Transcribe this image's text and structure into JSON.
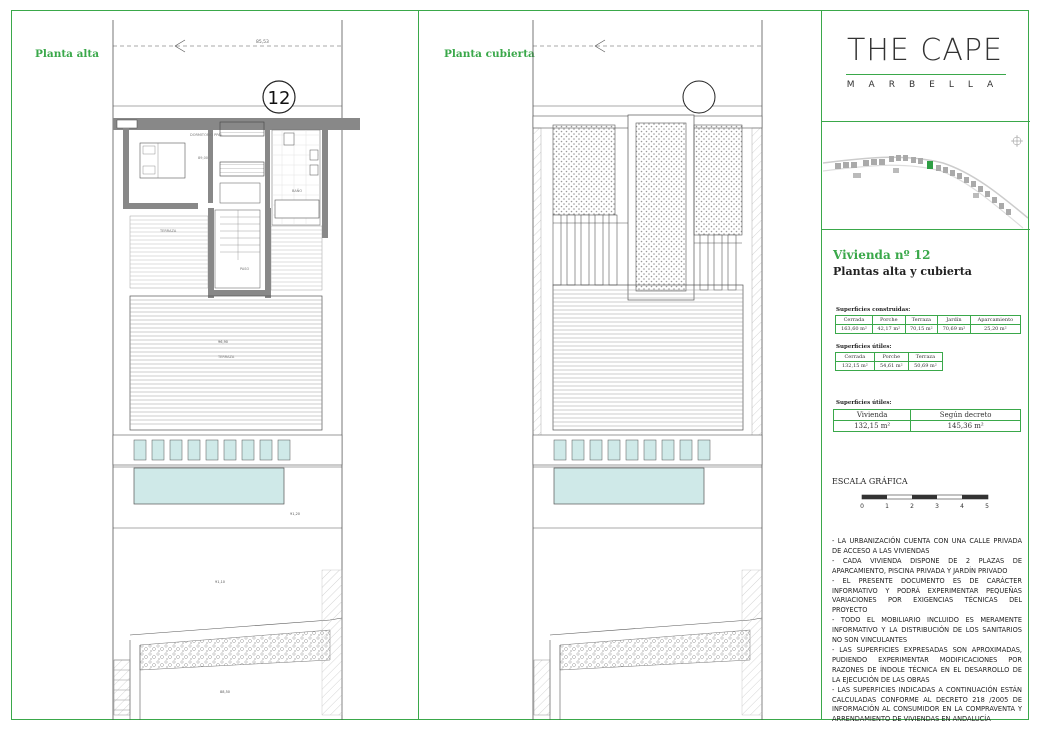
{
  "plans": {
    "left_title": "Planta alta",
    "right_title": "Planta cubierta",
    "unit_number": "12",
    "levels": {
      "top_dim": "85,53",
      "terrace": "96,90",
      "pool_deck": "91,20",
      "garden": "91,10",
      "bottom": "88,50",
      "rooms": {
        "dormitorio": "DORMITORIO PPAL",
        "banio": "BAÑO",
        "terraza": "TERRAZA",
        "paso": "PASO",
        "terraza_cub": "TERRAZA"
      }
    }
  },
  "brand": {
    "name": "THE CAPE",
    "sub": "MARBELLA",
    "accent": "#3aa84a"
  },
  "vivienda": {
    "title": "Vivienda nº 12",
    "subtitle": "Plantas alta y cubierta"
  },
  "construidas": {
    "label": "Superficies construidas:",
    "headers": [
      "Cerrada",
      "Porche",
      "Terraza",
      "Jardín",
      "Aparcamiento"
    ],
    "values": [
      "163,60 m²",
      "42,17 m²",
      "70,15 m²",
      "70,69 m²",
      "25,20 m²"
    ]
  },
  "utiles": {
    "label": "Superficies útiles:",
    "headers": [
      "Cerrada",
      "Porche",
      "Terraza"
    ],
    "values": [
      "132,15 m²",
      "54,61 m²",
      "50,69 m²"
    ]
  },
  "utiles2": {
    "label": "Superficies útiles:",
    "headers": [
      "Vivienda",
      "Según decreto"
    ],
    "values": [
      "132,15 m²",
      "145,36 m²"
    ]
  },
  "escala": {
    "label": "ESCALA GRÁFICA",
    "ticks": [
      "0",
      "1",
      "2",
      "3",
      "4",
      "5"
    ]
  },
  "notes": [
    "- LA URBANIZACIÓN CUENTA CON UNA CALLE PRIVADA DE ACCESO A LAS VIVIENDAS",
    "- CADA VIVIENDA DISPONE DE 2 PLAZAS DE APARCAMIENTO, PISCINA PRIVADA Y JARDÍN PRIVADO",
    "- EL PRESENTE DOCUMENTO ES DE CARÁCTER INFORMATIVO Y PODRÁ EXPERIMENTAR PEQUEÑAS VARIACIONES POR EXIGENCIAS TÉCNICAS DEL PROYECTO",
    "- TODO EL MOBILIARIO INCLUIDO ES MERAMENTE INFORMATIVO Y LA DISTRIBUCIÓN DE LOS SANITARIOS NO SON VINCULANTES",
    "- LAS SUPERFICIES EXPRESADAS SON APROXIMADAS, PUDIENDO EXPERIMENTAR MODIFICACIONES POR RAZONES DE ÍNDOLE TÉCNICA EN EL DESARROLLO DE LA EJECUCIÓN DE LAS OBRAS",
    "- LAS SUPERFICIES INDICADAS A CONTINUACIÓN ESTÁN CALCULADAS CONFORME AL DECRETO 218 /2005 DE INFORMACIÓN AL CONSUMIDOR EN LA COMPRAVENTA Y ARRENDAMIENTO DE VIVIENDAS EN ANDALUCÍA"
  ]
}
